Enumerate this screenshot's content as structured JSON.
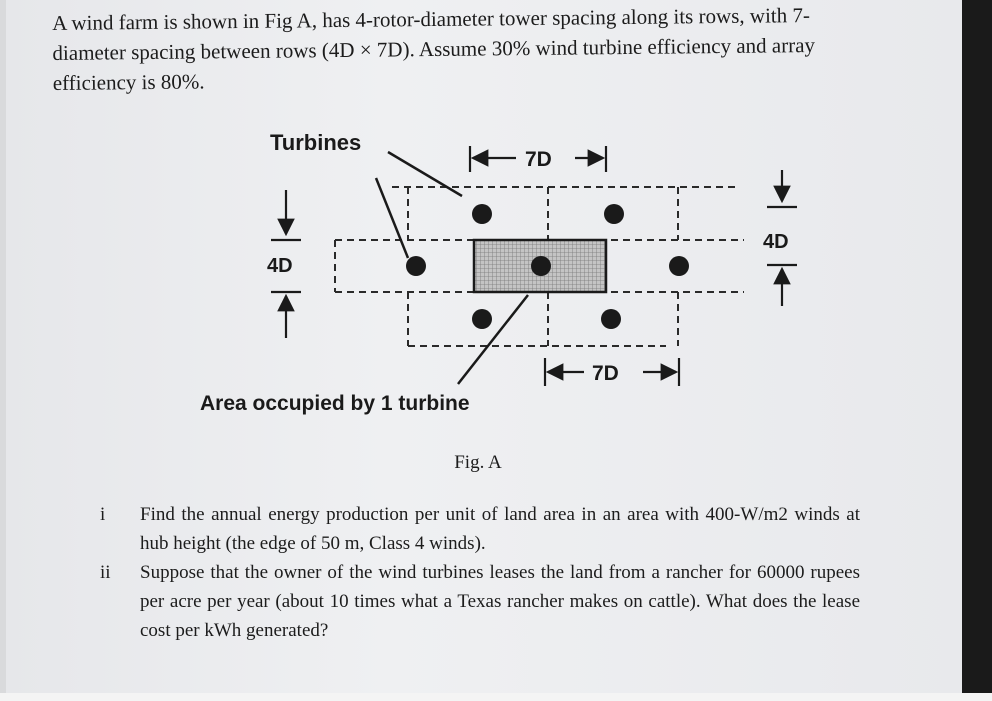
{
  "intro": "A wind farm is shown in Fig A, has 4-rotor-diameter tower spacing along its rows, with 7-diameter spacing between rows (4D × 7D). Assume 30% wind turbine efficiency and array efficiency is 80%.",
  "figure": {
    "turbines_label": "Turbines",
    "spacing_7d_top": "7D",
    "spacing_7d_bottom": "7D",
    "spacing_4d_left": "4D",
    "spacing_4d_right": "4D",
    "area_label": "Area occupied by 1 turbine",
    "caption": "Fig. A"
  },
  "questions": [
    {
      "num": "i",
      "text": "Find the annual energy production per unit of land area in an area with 400-W/m2 winds at hub height (the edge of 50 m, Class 4 winds)."
    },
    {
      "num": "ii",
      "text": "Suppose that the owner of the wind turbines leases the land from a rancher for 60000 rupees per acre per year (about 10 times what a Texas rancher makes on cattle). What does the lease cost per kWh generated?"
    }
  ]
}
